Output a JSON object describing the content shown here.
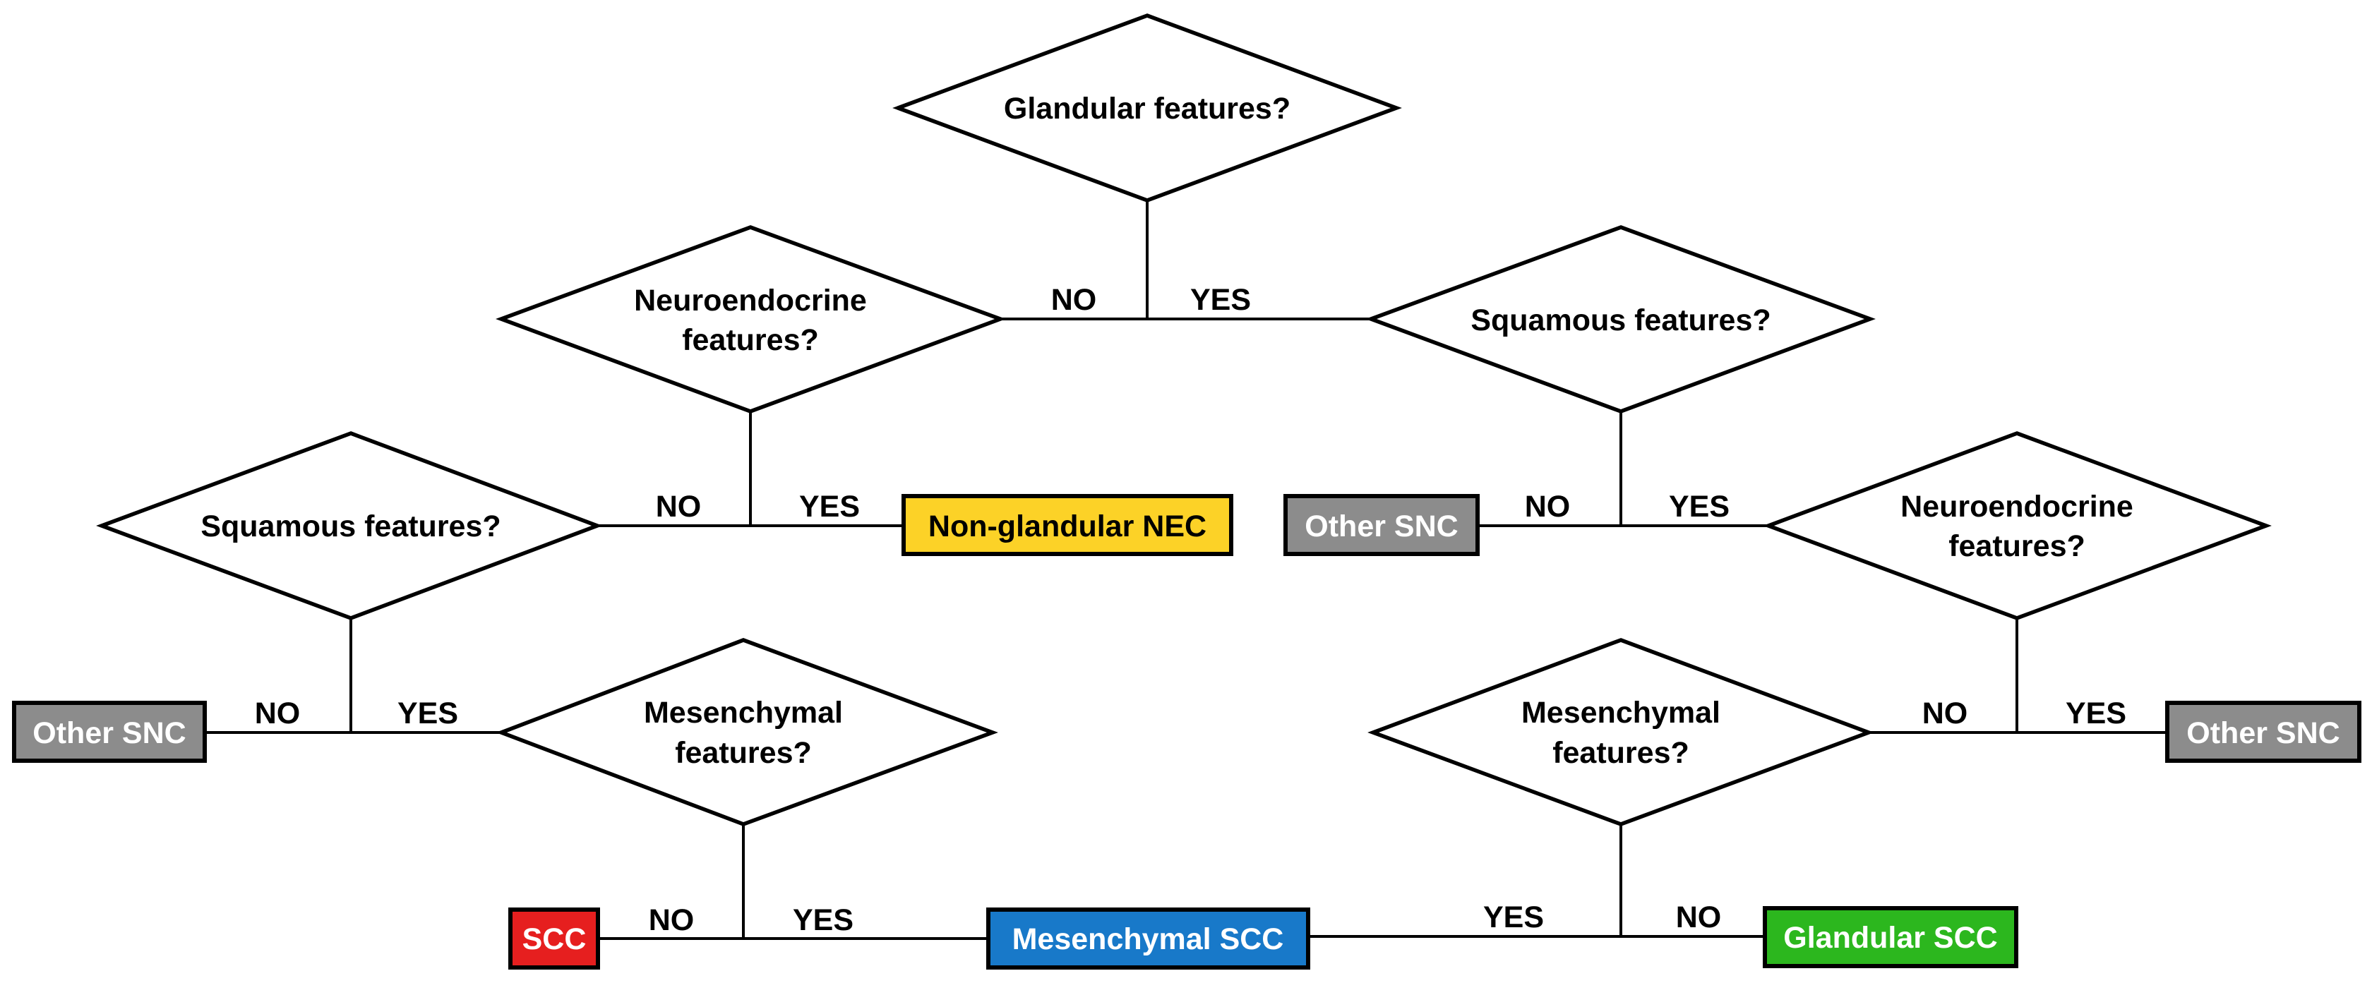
{
  "questions": {
    "q1": [
      "Glandular features?"
    ],
    "q2": [
      "Neuroendocrine",
      "features?"
    ],
    "q3": [
      "Squamous features?"
    ],
    "q4": [
      "Squamous features?"
    ],
    "q5": [
      "Neuroendocrine",
      "features?"
    ],
    "q6": [
      "Mesenchymal",
      "features?"
    ],
    "q7": [
      "Mesenchymal",
      "features?"
    ]
  },
  "labels": {
    "no": "NO",
    "yes": "YES"
  },
  "outcomes": {
    "o_nec": "Non-glandular NEC",
    "o_snc_right": "Other SNC",
    "o_snc_left": "Other SNC",
    "o_snc_far_right": "Other SNC",
    "o_scc": "SCC",
    "o_mes_scc": "Mesenchymal SCC",
    "o_gland_scc": "Glandular SCC"
  },
  "colors": {
    "yellow": "#fcd227",
    "gray": "#8c8c8c",
    "red": "#e61f1f",
    "blue": "#1879c9",
    "green": "#2cb71e",
    "outline": "#000000"
  }
}
